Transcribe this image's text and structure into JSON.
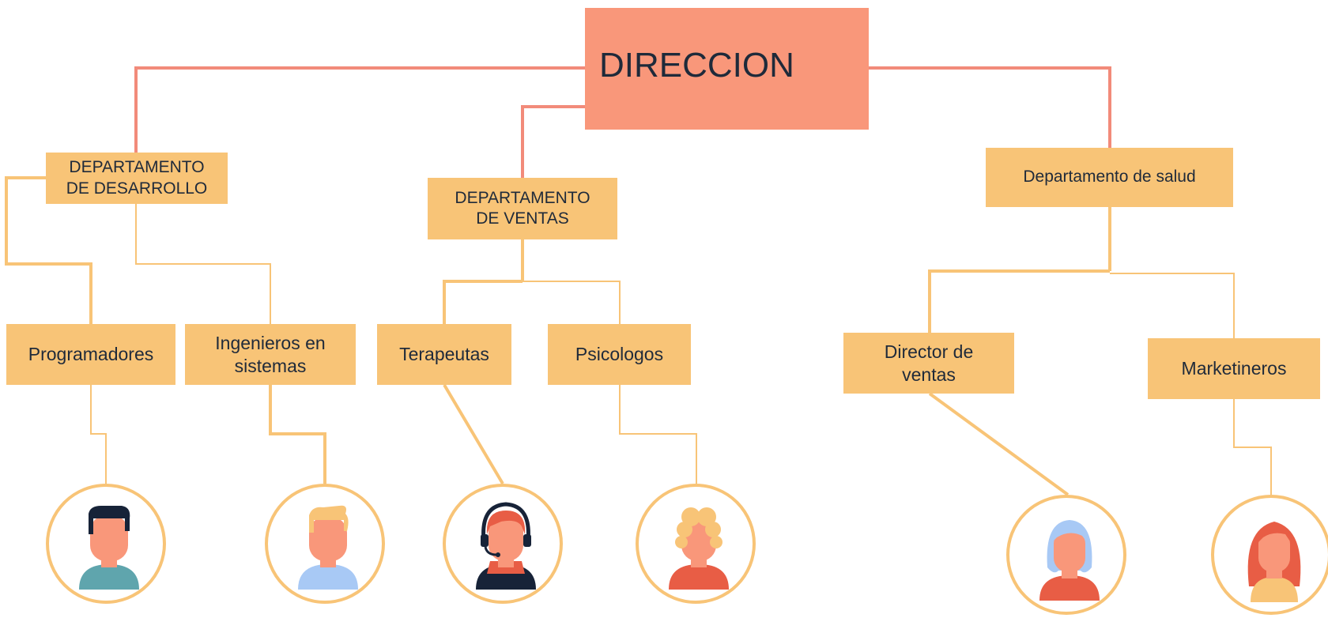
{
  "diagram": {
    "root": {
      "label": "DIRECCION",
      "color": "#f9977a"
    },
    "departments": [
      {
        "label": "DEPARTAMENTO\nDE DESARROLLO"
      },
      {
        "label": "DEPARTAMENTO\nDE VENTAS"
      },
      {
        "label": "Departamento de salud"
      }
    ],
    "roles": [
      {
        "label": "Programadores"
      },
      {
        "label": "Ingenieros en sistemas"
      },
      {
        "label": "Terapeutas"
      },
      {
        "label": "Psicologos"
      },
      {
        "label": "Director de ventas"
      },
      {
        "label": "Marketineros"
      }
    ],
    "avatars": [
      {
        "icon": "person-dark-hair-icon"
      },
      {
        "icon": "person-blond-hair-icon"
      },
      {
        "icon": "person-headset-icon"
      },
      {
        "icon": "person-curly-blonde-icon"
      },
      {
        "icon": "person-blue-hair-icon"
      },
      {
        "icon": "person-long-red-hair-icon"
      }
    ],
    "colors": {
      "root_fill": "#f9977a",
      "box_fill": "#f8c477",
      "root_connector": "#f28b7a",
      "connector": "#f8c477",
      "skin": "#f9977a"
    }
  }
}
